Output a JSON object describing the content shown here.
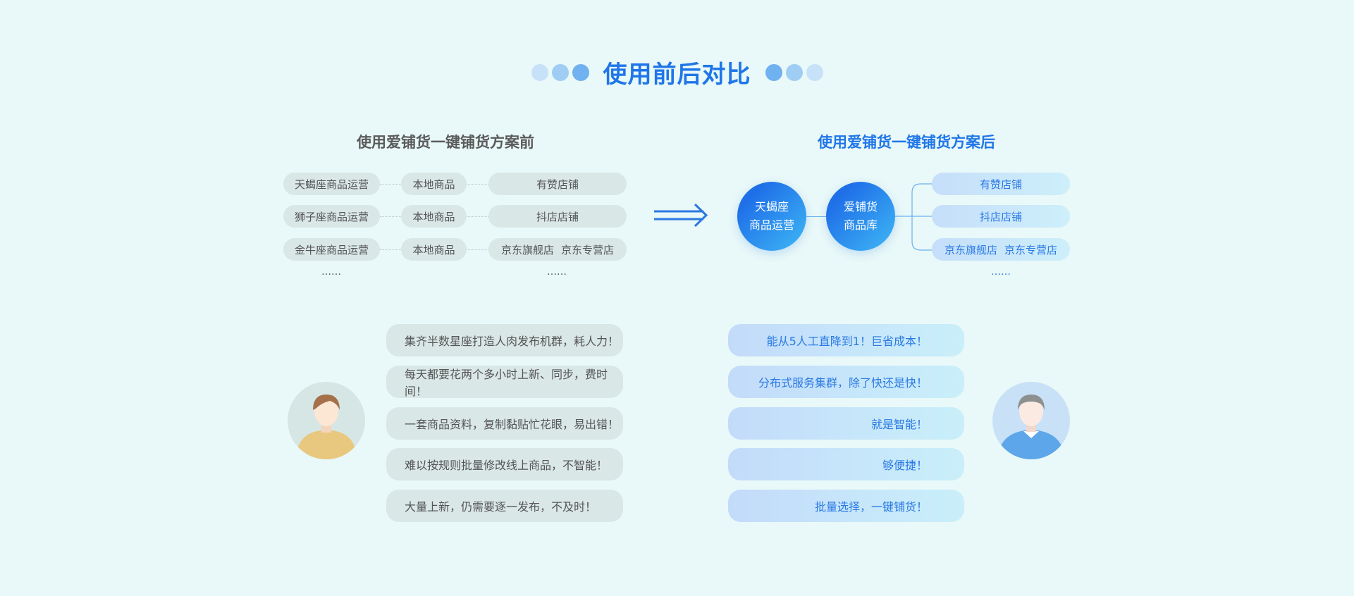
{
  "header": {
    "title": "使用前后对比"
  },
  "before": {
    "subtitle": "使用爱铺货一键铺货方案前",
    "rows": [
      {
        "operator": "天蝎座商品运营",
        "goods": "本地商品",
        "stores": [
          "有赞店铺"
        ]
      },
      {
        "operator": "狮子座商品运营",
        "goods": "本地商品",
        "stores": [
          "抖店店铺"
        ]
      },
      {
        "operator": "金牛座商品运营",
        "goods": "本地商品",
        "stores": [
          "京东旗舰店",
          "京东专营店"
        ]
      }
    ],
    "ellipsis_left": "……",
    "ellipsis_right": "……",
    "complaints": [
      "集齐半数星座打造人肉发布机群，耗人力！",
      "每天都要花两个多小时上新、同步，费时间！",
      "一套商品资料，复制黏贴忙花眼，易出错！",
      "难以按规则批量修改线上商品，不智能！",
      "大量上新，仍需要逐一发布，不及时！"
    ]
  },
  "after": {
    "subtitle": "使用爱铺货一键铺货方案后",
    "node1": [
      "天蝎座",
      "商品运营"
    ],
    "node2": [
      "爱铺货",
      "商品库"
    ],
    "stores": [
      [
        "有赞店铺"
      ],
      [
        "抖店店铺"
      ],
      [
        "京东旗舰店",
        "京东专营店"
      ]
    ],
    "ellipsis": "……",
    "benefits": [
      "能从5人工直降到1！巨省成本！",
      "分布式服务集群，除了快还是快！",
      "就是智能！",
      "够便捷！",
      "批量选择，一键铺货！"
    ]
  },
  "colors": {
    "accent": "#1f76e8",
    "background": "#e9f8f8",
    "gray_pill": "#d9e7e6",
    "blue_text": "#2a79e4",
    "subtitle_gray": "#5b5b5b"
  },
  "icons": [
    "decor-dots-left",
    "decor-dots-right",
    "double-arrow-icon",
    "person-before-avatar",
    "person-after-avatar"
  ]
}
